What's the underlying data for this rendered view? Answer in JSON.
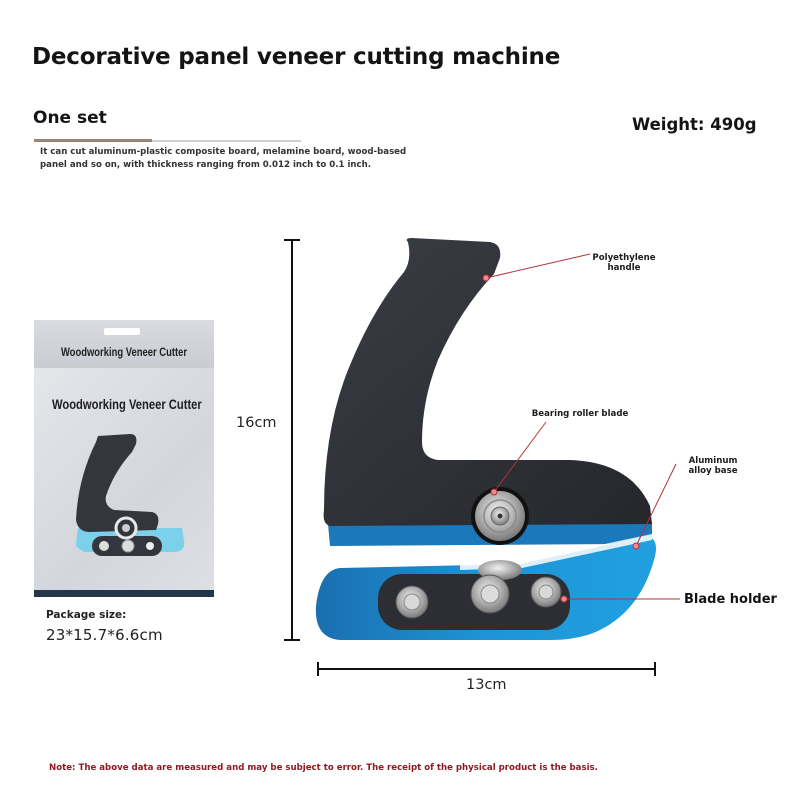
{
  "header": {
    "title": "Decorative panel veneer cutting machine",
    "set_label": "One set",
    "description": "It can cut aluminum-plastic composite board, melamine board, wood-based panel and so on, with thickness ranging from 0.012 inch to 0.1 inch.",
    "weight": "Weight: 490g"
  },
  "package": {
    "box_top_label": "Woodworking Veneer Cutter",
    "box_front_label": "Woodworking Veneer Cutter",
    "size_label": "Package size:",
    "size_value": "23*15.7*6.6cm"
  },
  "dimensions": {
    "height": "16cm",
    "width": "13cm"
  },
  "callouts": {
    "handle": "Polyethylene handle",
    "bearing": "Bearing roller blade",
    "base": "Aluminum alloy base",
    "blade_holder": "Blade holder"
  },
  "footer": {
    "note": "Note: The above data are measured and may be subject to error. The receipt of the physical product is the basis."
  },
  "colors": {
    "handle": "#2f3238",
    "base_blue": "#1e8fd0",
    "accent_bar": "#9a8474",
    "note_red": "#8a1a1f",
    "callout_line": "#b0343c"
  }
}
